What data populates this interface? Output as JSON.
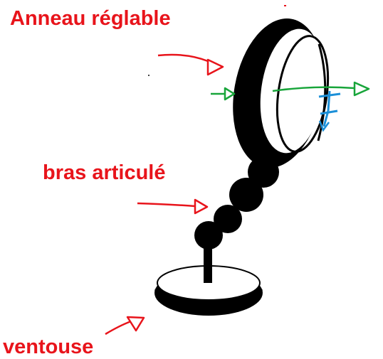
{
  "labels": {
    "adjustable_ring": "Anneau réglable",
    "articulated_arm": "bras articulé",
    "suction_cup": "ventouse"
  },
  "colors": {
    "label_text": "#e8141b",
    "pointer_arrow": "#e8141b",
    "ring_axis_arrow": "#18a53a",
    "tilt_arrow": "#1b8fd8",
    "drawing": "#000000",
    "background": "#ffffff"
  },
  "icons": {
    "ring_pointer": "arrow-right-icon",
    "arm_pointer": "arrow-right-icon",
    "suction_pointer": "arrow-up-right-icon",
    "ring_rotation": "rotation-axis-arrow-icon",
    "ring_tilt": "tilt-arrow-icon"
  }
}
